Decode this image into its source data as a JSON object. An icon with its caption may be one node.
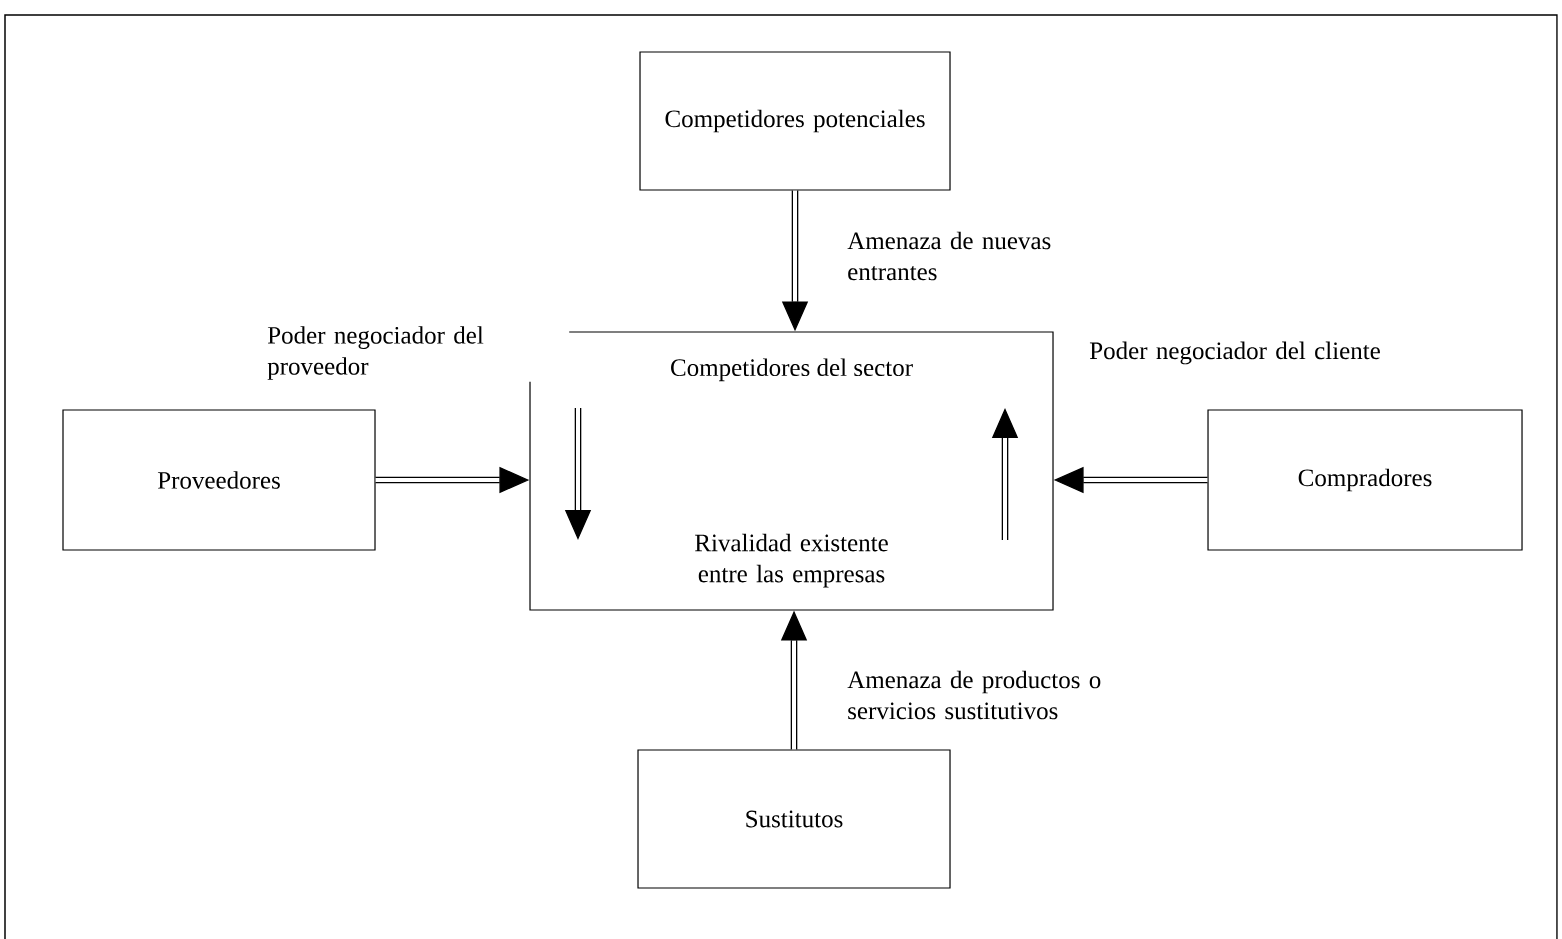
{
  "diagram": {
    "nodes": [
      {
        "text": [
          "Competidores potenciales"
        ]
      },
      {
        "text": [
          "Competidores del sector",
          "Rivalidad existente entre las empresas"
        ]
      },
      {
        "text": [
          "Proveedores"
        ]
      },
      {
        "text": [
          "Compradores"
        ]
      },
      {
        "text": [
          "Sustitutos"
        ]
      }
    ],
    "edges": [
      {
        "from": 0,
        "to": 1,
        "arrow": "to",
        "label": "Amenaza de nuevas entrantes"
      },
      {
        "from": 2,
        "to": 1,
        "arrow": "to",
        "label": "Poder negociador del proveedor"
      },
      {
        "from": 3,
        "to": 1,
        "arrow": "to",
        "label": "Poder negociador del cliente"
      },
      {
        "from": 4,
        "to": 1,
        "arrow": "to",
        "label": "Amenaza de productos o servicios sustitutivos"
      }
    ]
  }
}
